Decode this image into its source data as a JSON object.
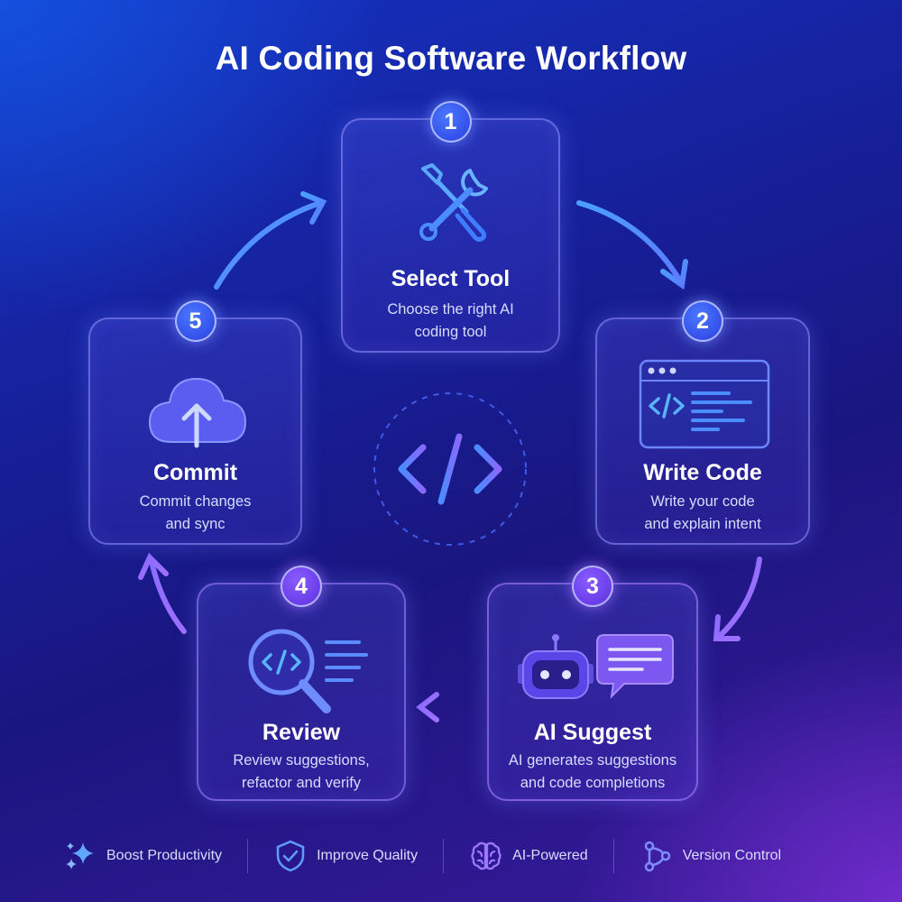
{
  "title": "AI Coding Software Workflow",
  "steps": [
    {
      "number": "1",
      "title": "Select Tool",
      "desc1": "Choose the right AI",
      "desc2": "coding tool",
      "icon": "tools-icon"
    },
    {
      "number": "2",
      "title": "Write Code",
      "desc1": "Write your code",
      "desc2": "and explain intent",
      "icon": "code-editor-icon"
    },
    {
      "number": "3",
      "title": "AI Suggest",
      "desc1": "AI generates suggestions",
      "desc2": "and code completions",
      "icon": "robot-chat-icon"
    },
    {
      "number": "4",
      "title": "Review",
      "desc1": "Review suggestions,",
      "desc2": "refactor and verify",
      "icon": "magnify-code-icon"
    },
    {
      "number": "5",
      "title": "Commit",
      "desc1": "Commit changes",
      "desc2": "and sync",
      "icon": "cloud-upload-icon"
    }
  ],
  "center": {
    "icon": "code-brackets-icon"
  },
  "features": [
    {
      "label": "Boost Productivity",
      "icon": "sparkles-icon"
    },
    {
      "label": "Improve Quality",
      "icon": "shield-check-icon"
    },
    {
      "label": "AI-Powered",
      "icon": "brain-icon"
    },
    {
      "label": "Version Control",
      "icon": "git-branch-icon"
    }
  ],
  "colors": {
    "accent_blue": "#4d8dff",
    "accent_purple": "#9b6bff",
    "card_border": "#9696ff"
  }
}
